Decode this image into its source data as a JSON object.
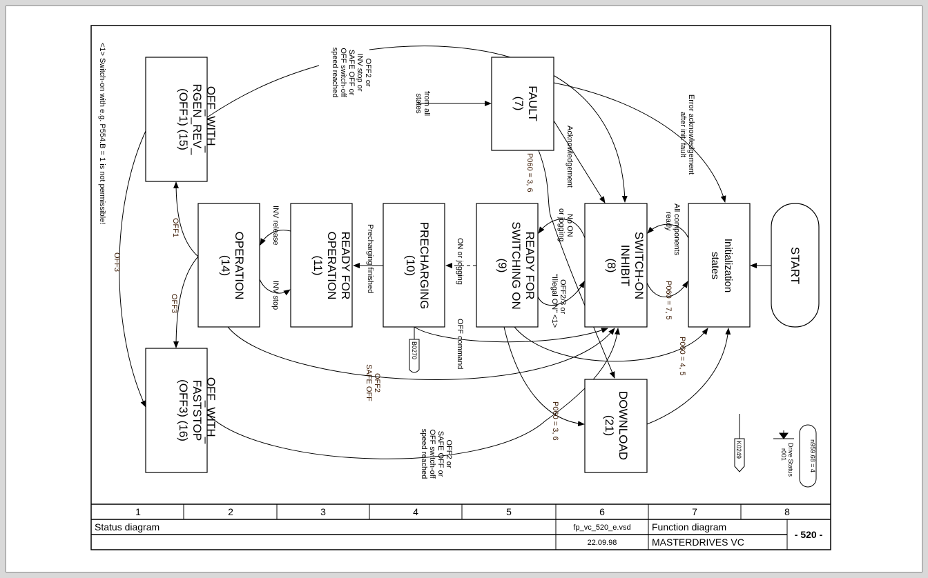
{
  "note": "<1>  Switch-on with e.g. P554.B = 1 is not permissible!",
  "states": {
    "off_rgen": [
      "OFF_WITH_",
      "RGEN_REV_",
      "(OFF1) (15)"
    ],
    "fault": [
      "FAULT",
      "(7)"
    ],
    "operation": [
      "OPERATION",
      "(14)"
    ],
    "ready_operation": [
      "READY FOR",
      "OPERATION",
      "(11)"
    ],
    "precharging": [
      "PRECHARGING",
      "(10)"
    ],
    "ready_switching": [
      "READY FOR",
      "SWITCHING ON",
      "(9)"
    ],
    "switch_on_inhibit": [
      "SWITCH-ON",
      "INHIBIT",
      "(8)"
    ],
    "init": [
      "Initialization",
      "states"
    ],
    "start": "START",
    "off_faststop": [
      "OFF_WITH_",
      "FASTSTOP",
      "(OFF3) (16)"
    ],
    "download": [
      "DOWNLOAD",
      "(21)"
    ]
  },
  "transitions": {
    "off2_top": [
      "OFF2 or",
      "INV stop or",
      "SAFE OFF or",
      "OFF switch-off",
      "speed reached"
    ],
    "from_all": [
      "from all",
      "states"
    ],
    "p060_36_top": "P060 = 3, 6",
    "ack": "Acknowledgement",
    "error_ack": [
      "Error acknowledgement",
      "after init. fault"
    ],
    "off1": "OFF1",
    "off3_left": "OFF3",
    "off3_mid": "OFF3",
    "inv_release": "INV release",
    "inv_stop": "INV stop",
    "precharging_finished": "Precharging finished",
    "on_jogging": "ON or jogging",
    "no_on": [
      "No ON",
      "or jogging"
    ],
    "off23": [
      "OFF2/3 or",
      "\"Illegal  ON\"  <1>"
    ],
    "all_ready": [
      "All components",
      "ready"
    ],
    "p060_75": "P060 = 7, 5",
    "p060_45": "P060 = 4, 5",
    "off_command": "OFF command",
    "off2_safe": [
      "OFF2",
      "SAFE OFF"
    ],
    "p060_36_bottom": "P060 = 3, 6",
    "off2_bottom": [
      "OFF2 or",
      "SAFE OFF or",
      "OFF switch-off",
      "speed reached"
    ]
  },
  "connectors": {
    "b0270": "B0270",
    "k0249": "K0249",
    "drive_status": [
      "Drive Status",
      "r001"
    ],
    "n959": "n959.68 = 4"
  },
  "footer": {
    "columns": [
      "1",
      "2",
      "3",
      "4",
      "5",
      "6",
      "7",
      "8"
    ],
    "title": "Status diagram",
    "file": "fp_vc_520_e.vsd",
    "date": "22.09.98",
    "type": "Function diagram",
    "product": "MASTERDRIVES VC",
    "page": "- 520 -"
  }
}
